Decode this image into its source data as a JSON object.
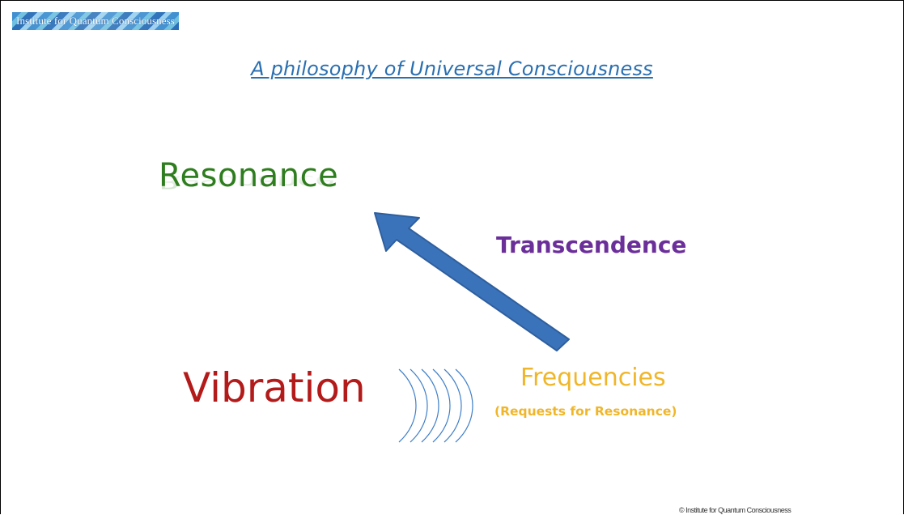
{
  "logo": {
    "text": "Institute for Quantum Consciousness"
  },
  "title": "A philosophy of Universal Consciousness",
  "nodes": {
    "resonance": "Resonance",
    "transcendence": "Transcendence",
    "vibration": "Vibration",
    "frequencies": "Frequencies",
    "frequencies_sub": "(Requests for Resonance)"
  },
  "footer": {
    "copyright": "© Institute for Quantum Consciousness"
  },
  "colors": {
    "title": "#2a6fb0",
    "resonance": "#2e7d1e",
    "transcendence": "#6b2f9a",
    "vibration": "#b31a1a",
    "frequencies": "#f0b62a",
    "arrow": "#3b73bb",
    "waves": "#3f7fc8"
  },
  "icons": {
    "arrow": "arrow-up-left-icon",
    "waves": "sound-waves-icon"
  }
}
